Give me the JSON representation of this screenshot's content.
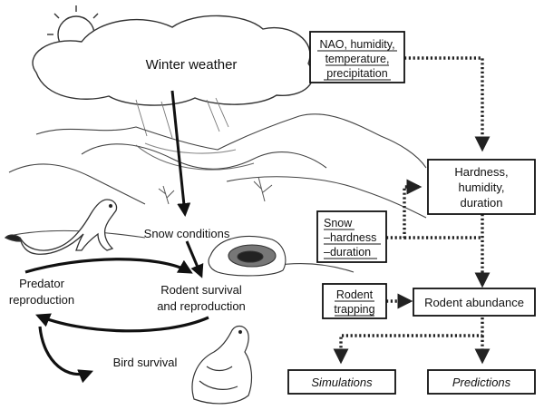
{
  "left_panel": {
    "winter_weather": "Winter weather",
    "snow_conditions": "Snow conditions",
    "predator_reproduction": [
      "Predator",
      "reproduction"
    ],
    "rodent_survival": [
      "Rodent survival",
      "and reproduction"
    ],
    "bird_survival": "Bird survival"
  },
  "right_panel": {
    "weather_vars": [
      "NAO, humidity,",
      "temperature,",
      "precipitation"
    ],
    "snow_props": [
      "Hardness,",
      "humidity,",
      "duration"
    ],
    "snow_measures": [
      "Snow",
      "–hardness",
      "–duration"
    ],
    "rodent_trapping": [
      "Rodent",
      "trapping"
    ],
    "rodent_abundance": "Rodent abundance",
    "simulations": "Simulations",
    "predictions": "Predictions"
  }
}
